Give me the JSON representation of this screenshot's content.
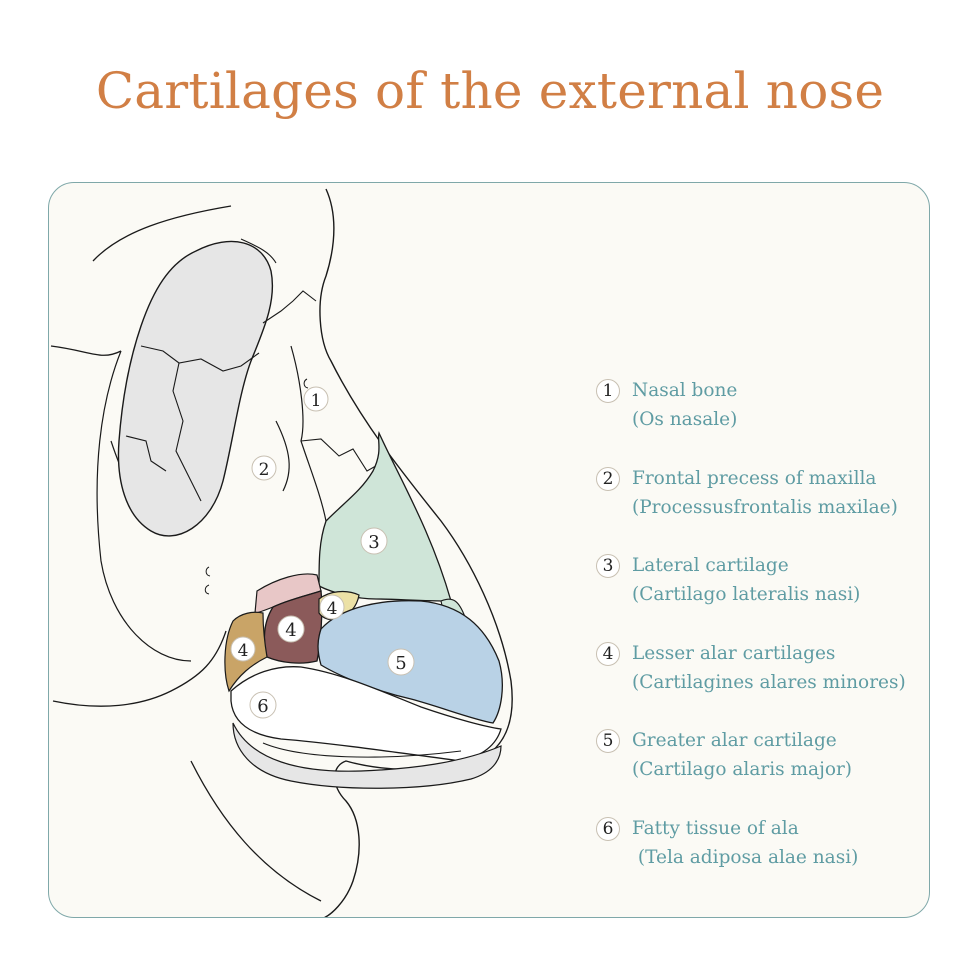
{
  "title": "Cartilages of the external nose",
  "colors": {
    "title": "#d17f45",
    "legend_text": "#5f9ca3",
    "panel_bg": "#fbfaf5",
    "panel_border": "#7fa8a9",
    "bone": "#e6e6e6",
    "lateral_cartilage": "#cfe5d8",
    "lesser_alar_brown": "#8b5a5a",
    "lesser_alar_tan": "#c9a467",
    "lesser_alar_pink": "#e8c7c7",
    "lesser_alar_yellow": "#ece1a6",
    "greater_alar": "#b9d2e6",
    "line": "#1a1a1a"
  },
  "regions": {
    "r1": "1",
    "r2": "2",
    "r3": "3",
    "r4a": "4",
    "r4b": "4",
    "r4c": "4",
    "r5": "5",
    "r6": "6"
  },
  "legend": [
    {
      "num": "1",
      "name": "Nasal bone",
      "latin": "(Os nasale)"
    },
    {
      "num": "2",
      "name": "Frontal precess of maxilla",
      "latin": "(Processusfrontalis maxilae)"
    },
    {
      "num": "3",
      "name": "Lateral cartilage",
      "latin": "(Cartilago lateralis nasi)"
    },
    {
      "num": "4",
      "name": "Lesser alar cartilages",
      "latin": "(Cartilagines alares minores)"
    },
    {
      "num": "5",
      "name": "Greater alar cartilage",
      "latin": "(Cartilago alaris major)"
    },
    {
      "num": "6",
      "name": "Fatty tissue of ala",
      "latin": " (Tela adiposa alae nasi)"
    }
  ]
}
